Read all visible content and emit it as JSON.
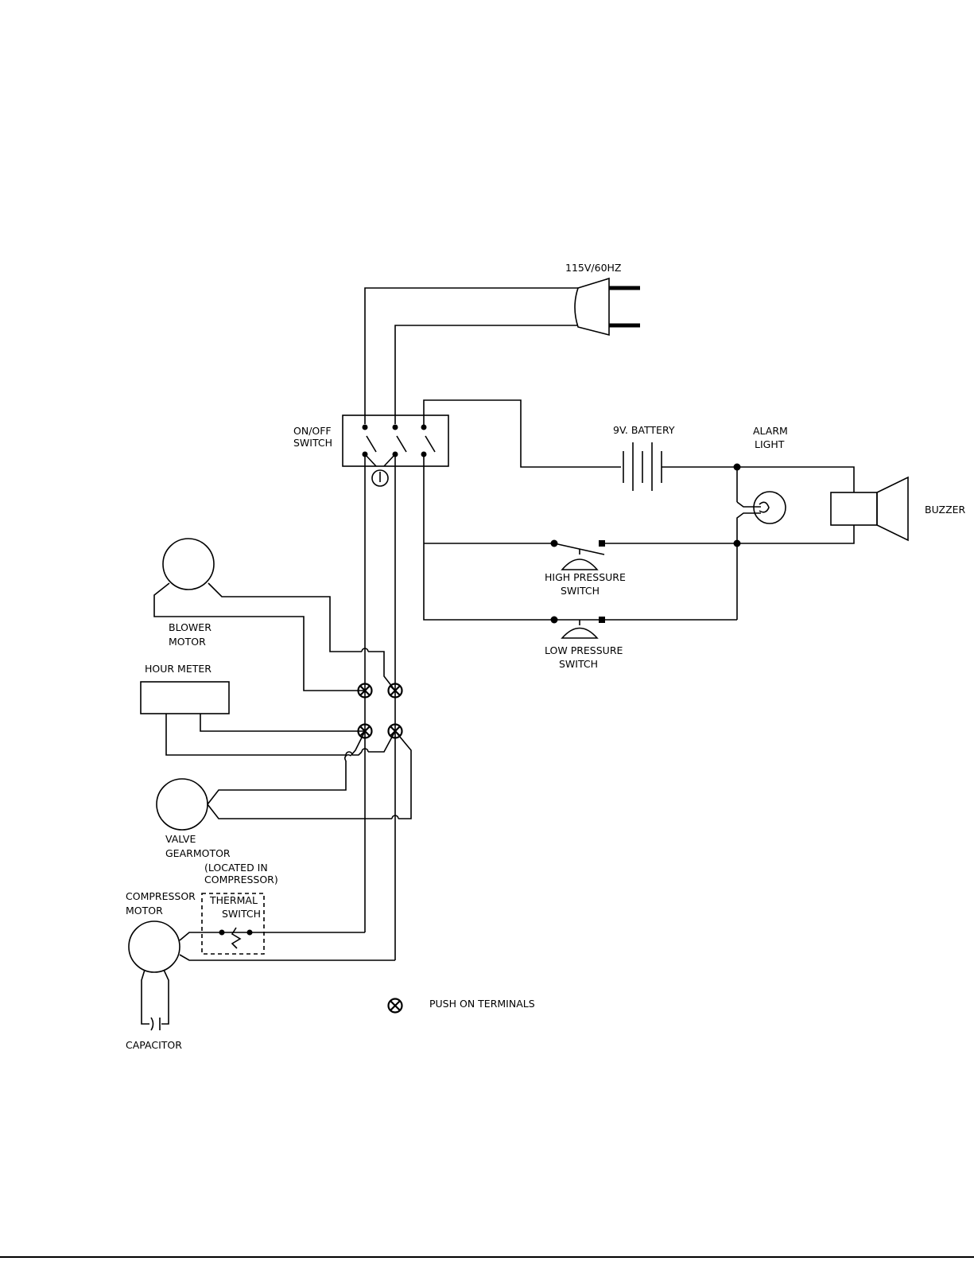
{
  "labels": {
    "power": "115V/60HZ",
    "on_off_switch_1": "ON/OFF",
    "on_off_switch_2": "SWITCH",
    "battery": "9V. BATTERY",
    "alarm_light_1": "ALARM",
    "alarm_light_2": "LIGHT",
    "buzzer": "BUZZER",
    "high_pressure_1": "HIGH PRESSURE",
    "high_pressure_2": "SWITCH",
    "low_pressure_1": "LOW PRESSURE",
    "low_pressure_2": "SWITCH",
    "blower_motor_1": "BLOWER",
    "blower_motor_2": "MOTOR",
    "hour_meter": "HOUR METER",
    "valve_gearmotor_1": "VALVE",
    "valve_gearmotor_2": "GEARMOTOR",
    "located_in_1": "(LOCATED IN",
    "located_in_2": "COMPRESSOR)",
    "compressor_motor_1": "COMPRESSOR",
    "compressor_motor_2": "MOTOR",
    "thermal_switch_1": "THERMAL",
    "thermal_switch_2": "SWITCH",
    "capacitor": "CAPACITOR",
    "legend_push_on": "PUSH ON TERMINALS"
  },
  "icons": {
    "plug": "power-plug-icon",
    "battery": "battery-icon",
    "lamp": "alarm-lamp-icon",
    "buzzer": "buzzer-speaker-icon",
    "terminal": "push-on-terminal-icon",
    "motor": "motor-icon",
    "capacitor": "capacitor-icon"
  },
  "colors": {
    "ink": "#000000",
    "paper": "#ffffff"
  }
}
